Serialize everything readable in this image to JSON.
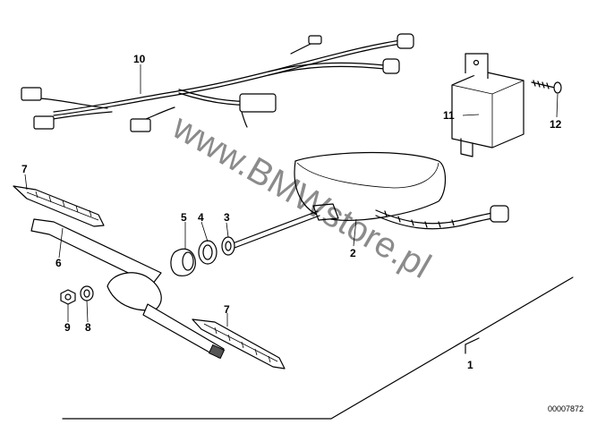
{
  "callouts": {
    "c1": "1",
    "c2": "2",
    "c3": "3",
    "c4": "4",
    "c5": "5",
    "c6": "6",
    "c7a": "7",
    "c7b": "7",
    "c8": "8",
    "c9": "9",
    "c10": "10",
    "c11": "11",
    "c12": "12"
  },
  "watermark": "www.BMWstore.pl",
  "diagram_number": "00007872",
  "colors": {
    "ink": "#000000",
    "background": "#ffffff"
  }
}
